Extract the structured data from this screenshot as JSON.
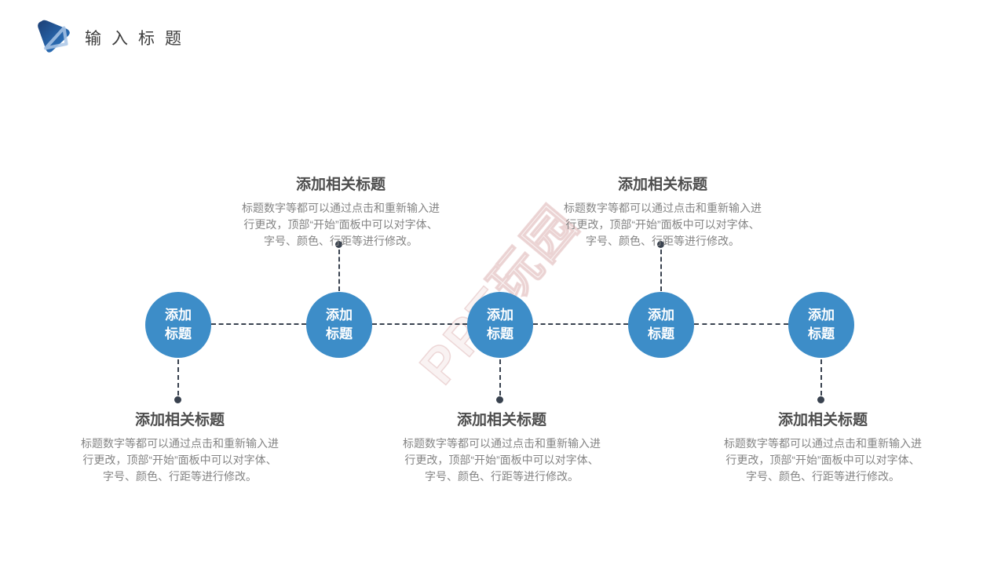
{
  "header": {
    "title": "输入标题"
  },
  "watermark": {
    "text": "PPT玩园"
  },
  "colors": {
    "circle_blue": "#3d8dc8",
    "connector_dark": "#39424f",
    "heading_gray": "#4d4d4d",
    "body_gray": "#848484",
    "title_gray": "#3d3d3d",
    "logo_blue_dark": "#1c3e74",
    "logo_blue_light": "#a9c6e6"
  },
  "nodes": [
    {
      "circle_line1": "添加",
      "circle_line2": "标题",
      "block_position": "below",
      "heading": "添加相关标题",
      "body": "标题数字等都可以通过点击和重新输入进行更改，顶部“开始”面板中可以对字体、字号、颜色、行距等进行修改。"
    },
    {
      "circle_line1": "添加",
      "circle_line2": "标题",
      "block_position": "above",
      "heading": "添加相关标题",
      "body": "标题数字等都可以通过点击和重新输入进行更改，顶部“开始”面板中可以对字体、字号、颜色、行距等进行修改。"
    },
    {
      "circle_line1": "添加",
      "circle_line2": "标题",
      "block_position": "below",
      "heading": "添加相关标题",
      "body": "标题数字等都可以通过点击和重新输入进行更改，顶部“开始”面板中可以对字体、字号、颜色、行距等进行修改。"
    },
    {
      "circle_line1": "添加",
      "circle_line2": "标题",
      "block_position": "above",
      "heading": "添加相关标题",
      "body": "标题数字等都可以通过点击和重新输入进行更改，顶部“开始”面板中可以对字体、字号、颜色、行距等进行修改。"
    },
    {
      "circle_line1": "添加",
      "circle_line2": "标题",
      "block_position": "below",
      "heading": "添加相关标题",
      "body": "标题数字等都可以通过点击和重新输入进行更改，顶部“开始”面板中可以对字体、字号、颜色、行距等进行修改。"
    }
  ]
}
